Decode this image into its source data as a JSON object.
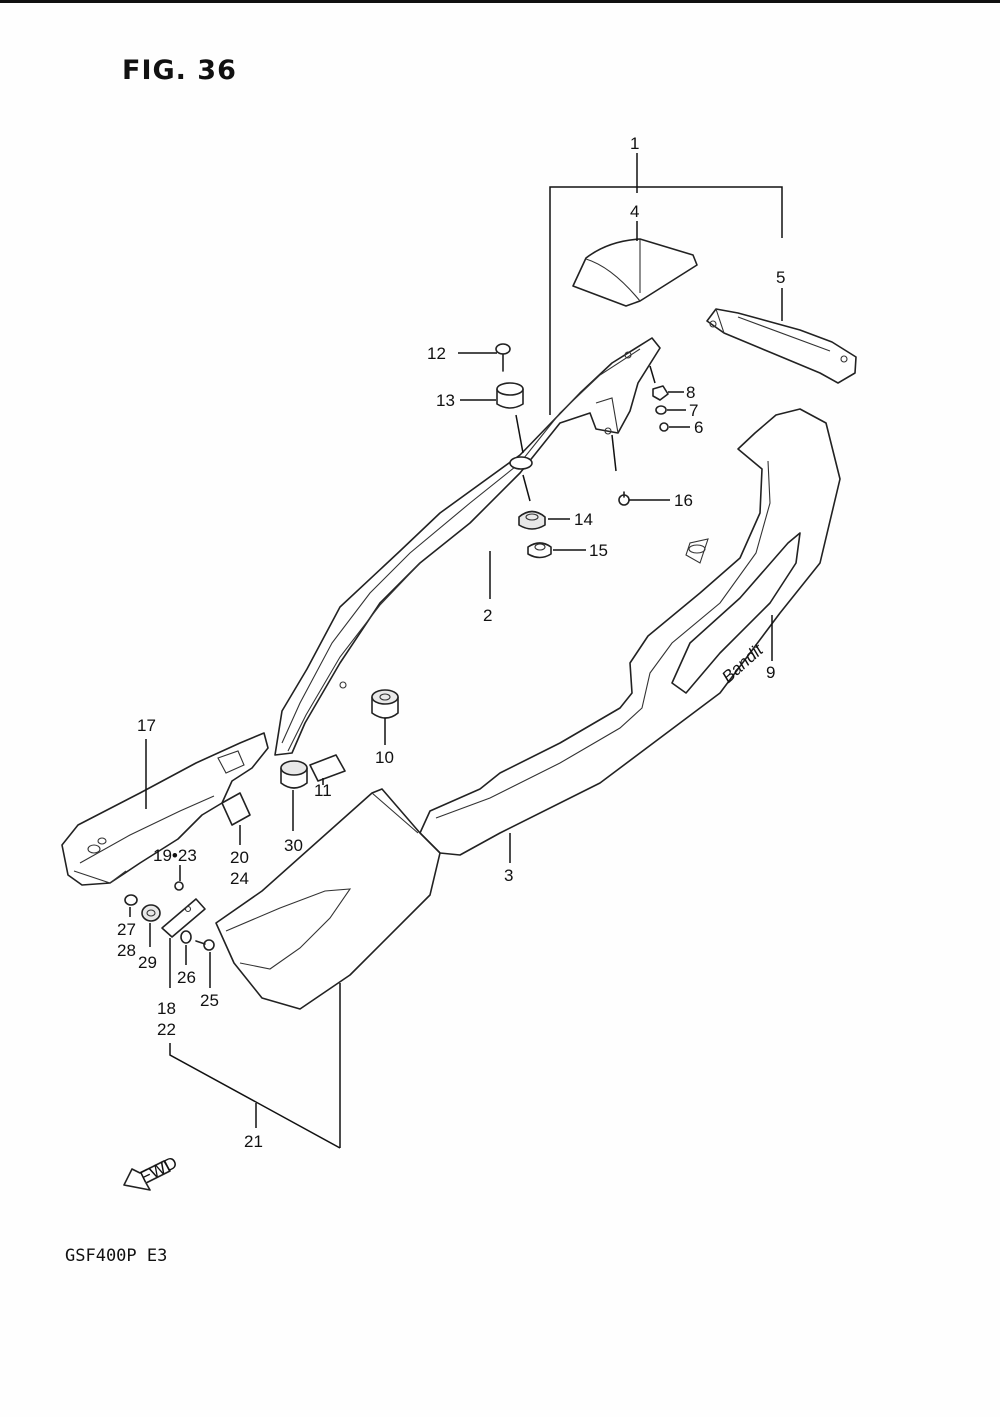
{
  "figure": {
    "title": "FIG. 36",
    "model": "GSF400P  E3",
    "fwd_label": "FWD"
  },
  "callouts": {
    "c1": "1",
    "c2": "2",
    "c3": "3",
    "c4": "4",
    "c5": "5",
    "c6": "6",
    "c7": "7",
    "c8": "8",
    "c9": "9",
    "c10": "10",
    "c11": "11",
    "c12": "12",
    "c13": "13",
    "c14": "14",
    "c15": "15",
    "c16": "16",
    "c17": "17",
    "c18": "18",
    "c19_23": "19•23",
    "c20": "20",
    "c21": "21",
    "c22": "22",
    "c24": "24",
    "c25": "25",
    "c26": "26",
    "c27": "27",
    "c28": "28",
    "c29": "29",
    "c30": "30"
  },
  "emblem": {
    "text": "Bandit"
  }
}
